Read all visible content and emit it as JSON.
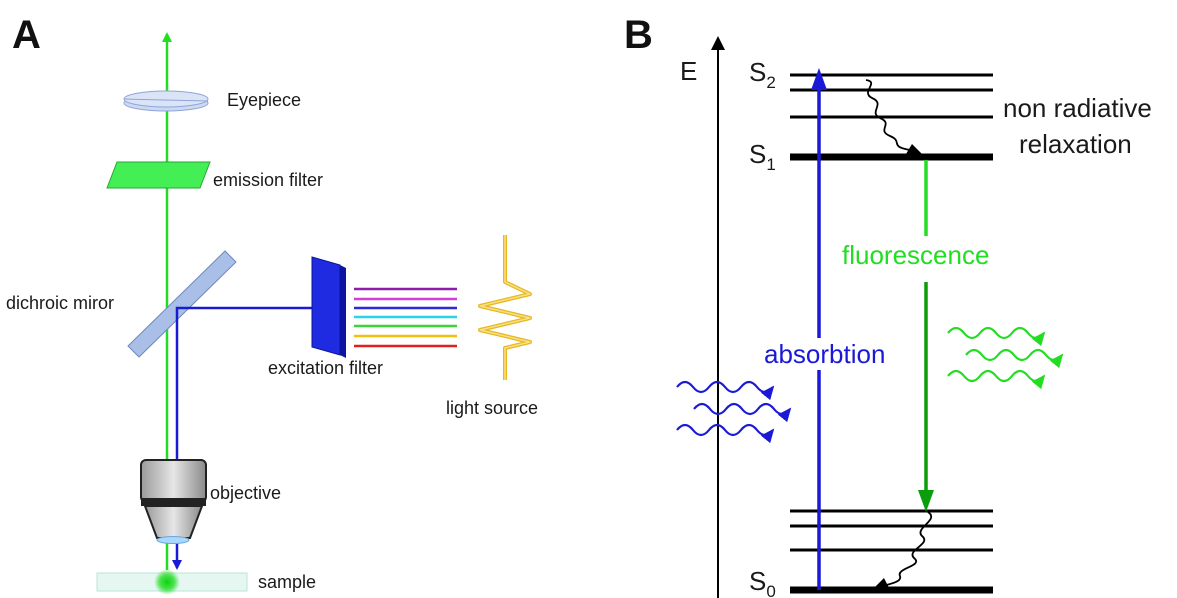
{
  "panel_a": {
    "letter": "A",
    "labels": {
      "eyepiece": "Eyepiece",
      "emission_filter": "emission filter",
      "dichroic_mirror": "dichroic miror",
      "excitation_filter": "excitation filter",
      "light_source": "light source",
      "objective": "objective",
      "sample": "sample"
    }
  },
  "panel_b": {
    "letter": "B",
    "axis_label": "E",
    "levels": {
      "s2_base": "S",
      "s2_sub": "2",
      "s1_base": "S",
      "s1_sub": "1",
      "s0_base": "S",
      "s0_sub": "0"
    },
    "relaxation_line1": "non radiative",
    "relaxation_line2": "relaxation",
    "fluorescence": "fluorescence",
    "absorption": "absorbtion"
  },
  "colors": {
    "green": "#22dd22",
    "dark_green": "#0a9e0a",
    "blue": "#1a1ad6",
    "filter_green": "#44ee55",
    "excitation_filter": "#1f2be0",
    "mirror": "#a9bfe8",
    "lamp": "#e8b820"
  }
}
